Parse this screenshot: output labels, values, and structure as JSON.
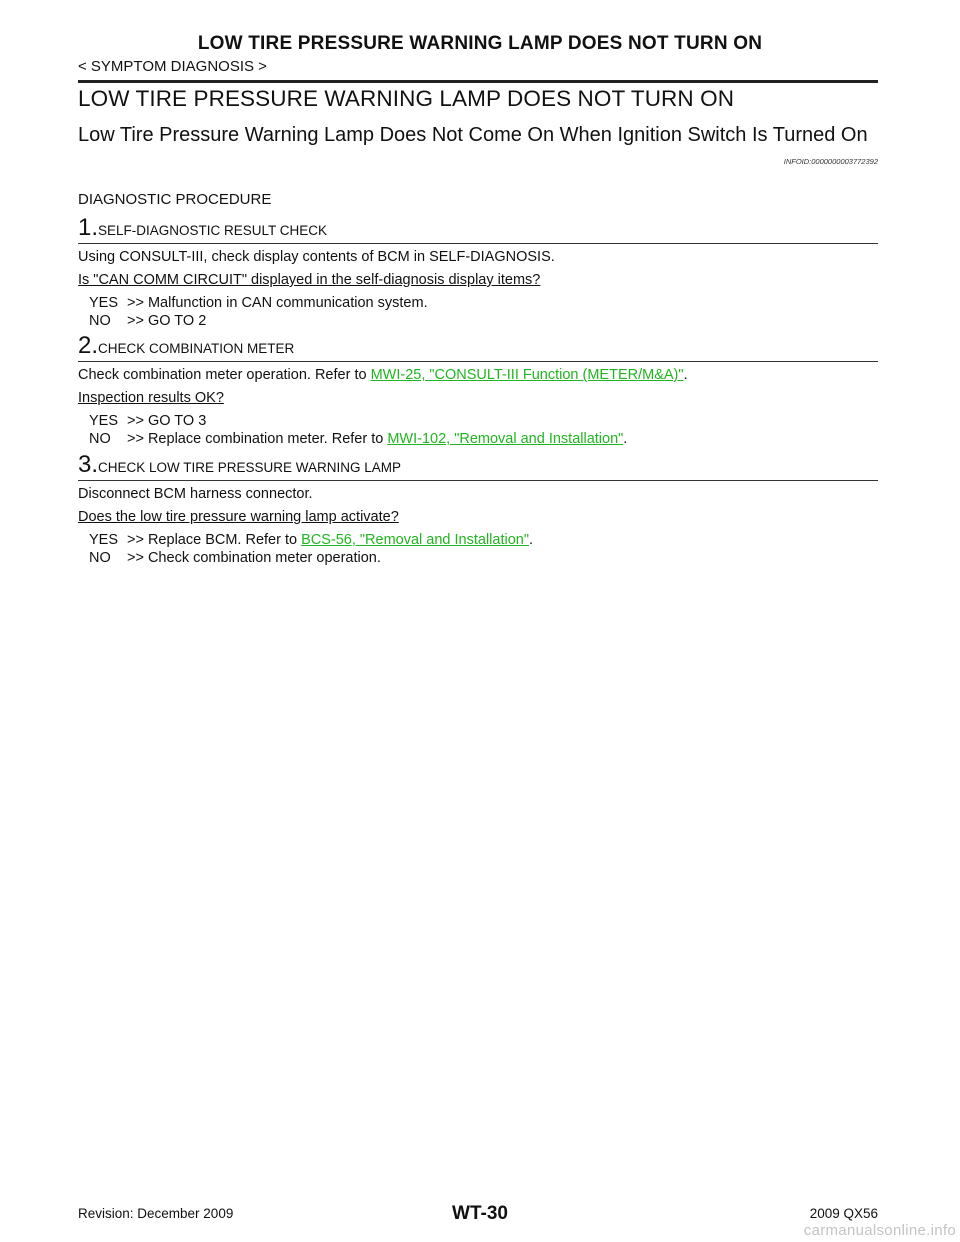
{
  "header": {
    "title": "LOW TIRE PRESSURE WARNING LAMP DOES NOT TURN ON",
    "symptom_tag": "< SYMPTOM DIAGNOSIS >"
  },
  "section": {
    "title": "LOW TIRE PRESSURE WARNING LAMP DOES NOT TURN ON",
    "subtitle": "Low Tire Pressure Warning Lamp Does Not Come On When Ignition Switch Is Turned On",
    "infoid": "INFOID:0000000003772392",
    "diag_title": "DIAGNOSTIC PROCEDURE"
  },
  "steps": [
    {
      "num": "1.",
      "title": "SELF-DIAGNOSTIC RESULT CHECK",
      "text": "Using CONSULT-III, check display contents of BCM in SELF-DIAGNOSIS.",
      "question": "Is \"CAN COMM CIRCUIT\" displayed in the self-diagnosis display items?",
      "yes_key": "YES",
      "yes_text": ">> Malfunction in CAN communication system.",
      "no_key": "NO",
      "no_text": ">> GO TO 2"
    },
    {
      "num": "2.",
      "title": "CHECK COMBINATION METER",
      "text_pre": "Check combination meter operation. Refer to ",
      "text_link": "MWI-25, \"CONSULT-III Function (METER/M&A)\"",
      "text_post": ".",
      "question": "Inspection results OK?",
      "yes_key": "YES",
      "yes_text": ">> GO TO 3",
      "no_key": "NO",
      "no_text_pre": ">> Replace combination meter. Refer to ",
      "no_link": "MWI-102, \"Removal and Installation\"",
      "no_text_post": "."
    },
    {
      "num": "3.",
      "title": "CHECK LOW TIRE PRESSURE WARNING LAMP",
      "text": "Disconnect BCM harness connector.",
      "question": "Does the low tire pressure warning lamp activate?",
      "yes_key": "YES",
      "yes_text_pre": ">> Replace BCM. Refer to ",
      "yes_link": "BCS-56, \"Removal and Installation\"",
      "yes_text_post": ".",
      "no_key": "NO",
      "no_text": ">> Check combination meter operation."
    }
  ],
  "footer": {
    "revision": "Revision: December 2009",
    "page": "WT-30",
    "model": "2009 QX56",
    "watermark": "carmanualsonline.info"
  },
  "colors": {
    "link": "#22b522",
    "text": "#111111",
    "watermark": "#c4c4c4"
  }
}
